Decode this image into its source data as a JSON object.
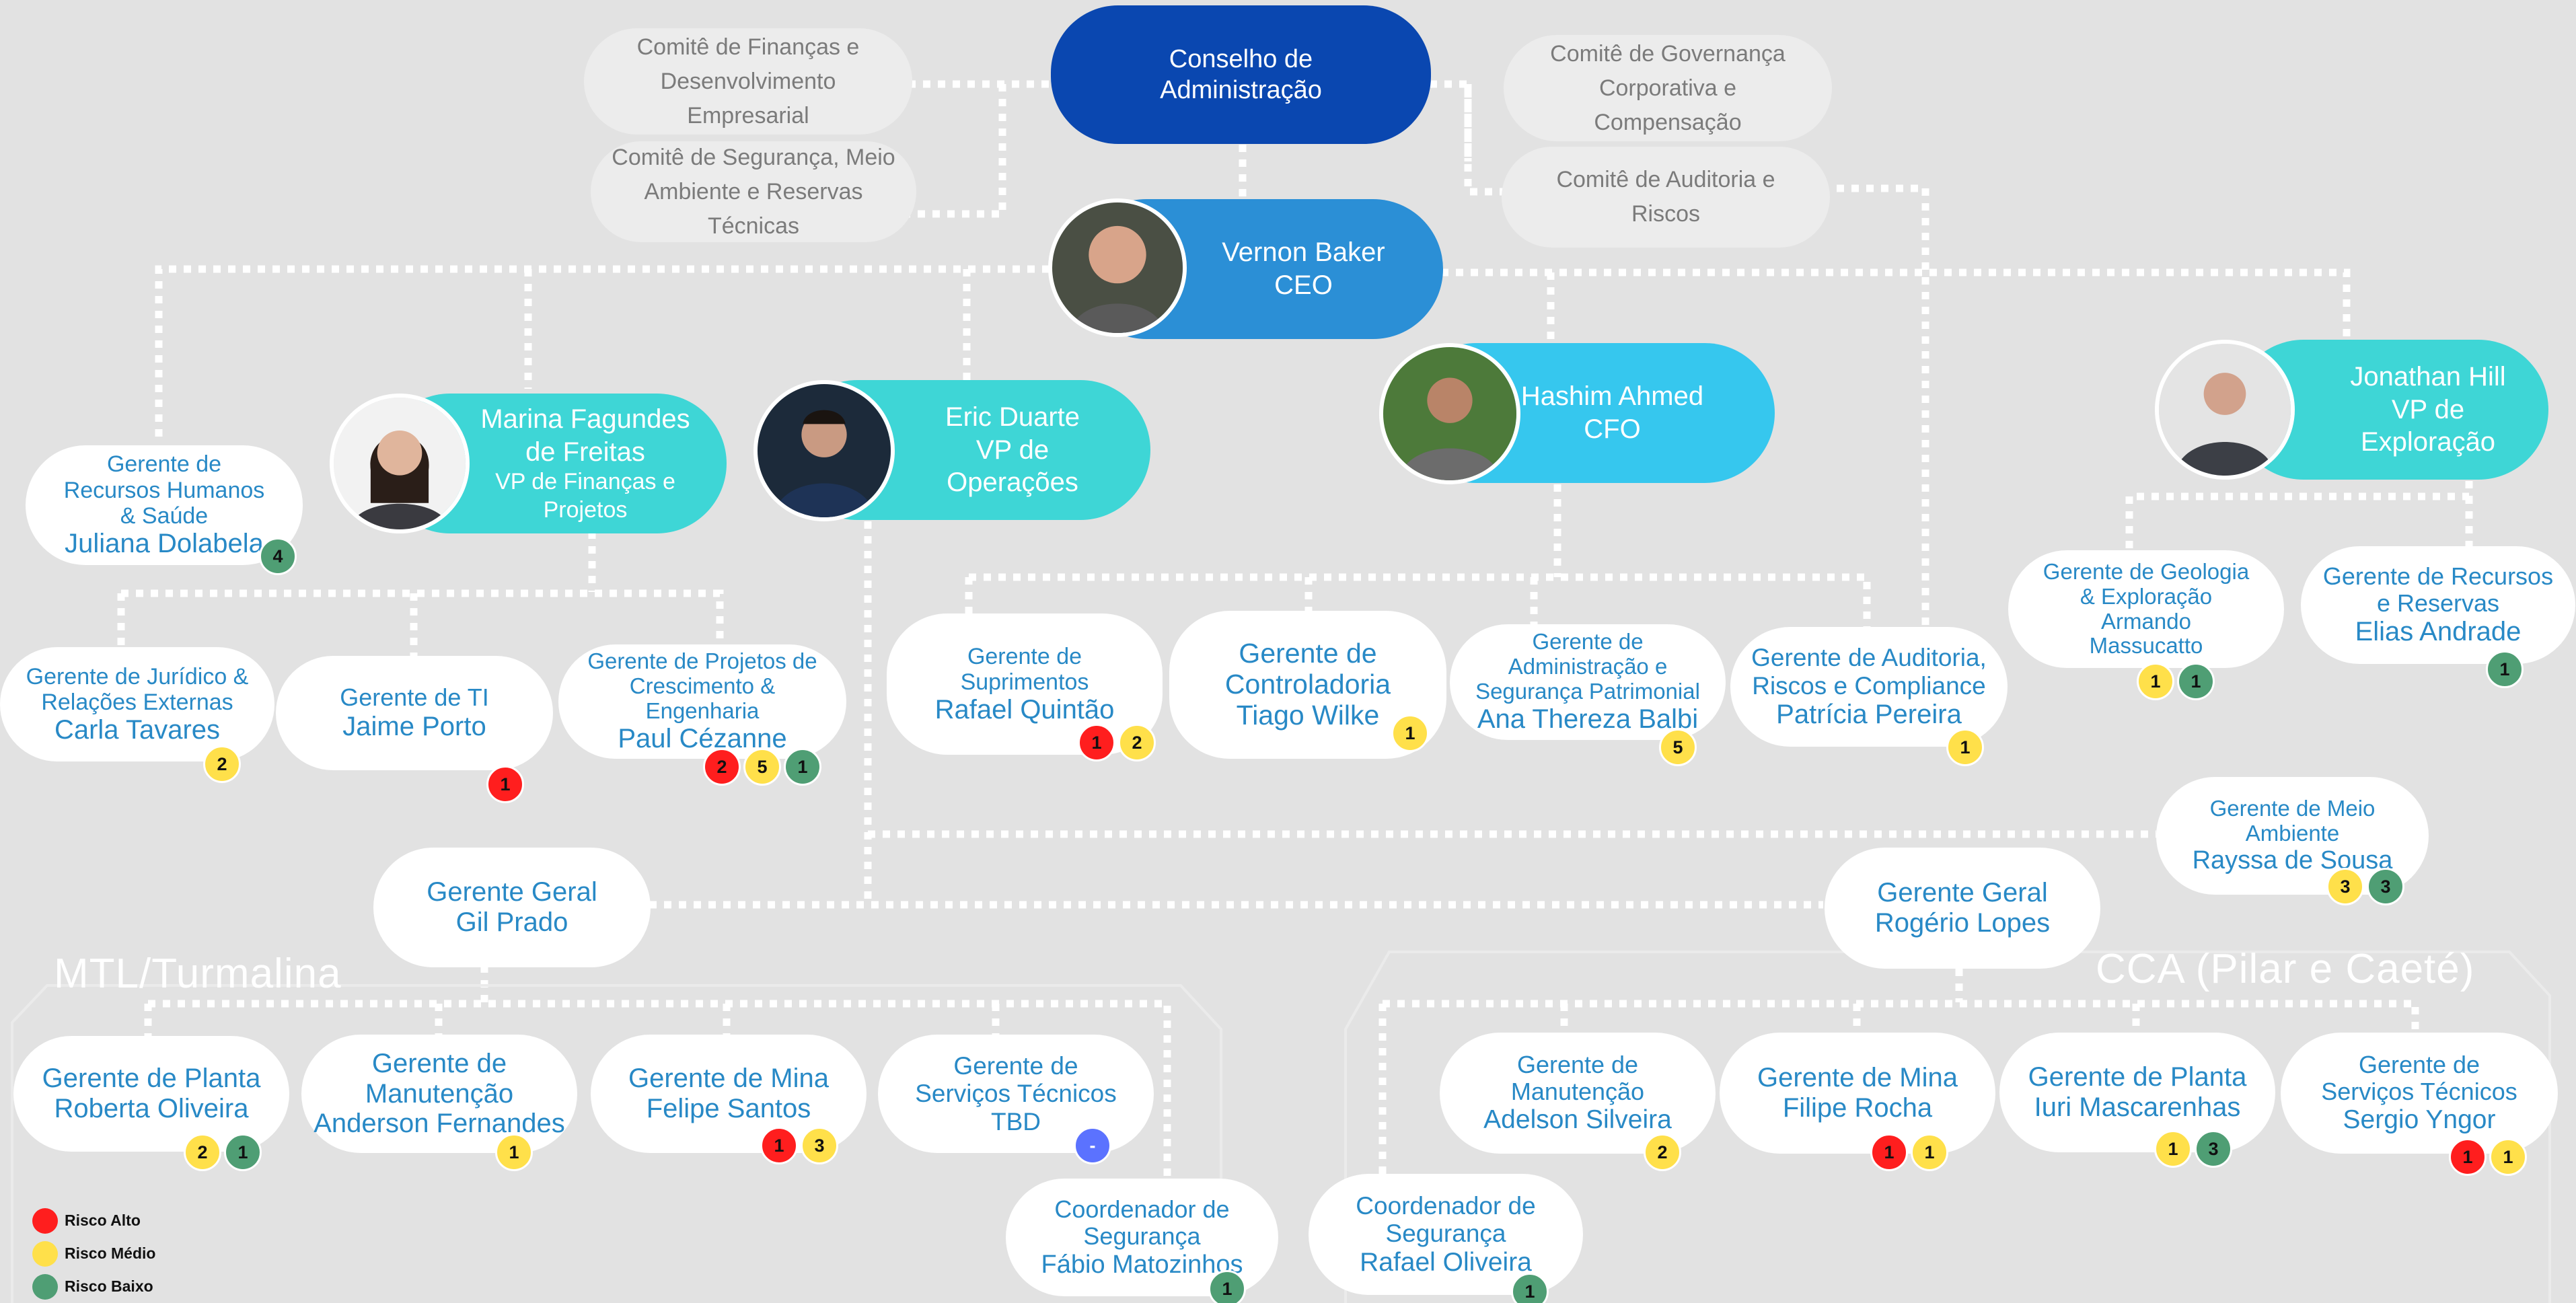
{
  "colors": {
    "board": "#0a47b0",
    "ceo": "#2b8fd6",
    "vp": "#36c7ee",
    "vp_teal": "#3ed6d6",
    "manager_text": "#2889c6",
    "committee_text": "#7b7b7b",
    "risk_high": "#ff1e1e",
    "risk_medium": "#ffe04a",
    "risk_low": "#4f9e74",
    "risk_none": "#5b72ff"
  },
  "board": {
    "line1": "Conselho de",
    "line2": "Administração"
  },
  "committees": {
    "financas": [
      "Comitê de Finanças e",
      "Desenvolvimento",
      "Empresarial"
    ],
    "seguranca": [
      "Comitê de Segurança, Meio",
      "Ambiente e Reservas",
      "Técnicas"
    ],
    "governanca": [
      "Comitê de Governança",
      "Corporativa e",
      "Compensação"
    ],
    "auditoria": [
      "Comitê de Auditoria e",
      "Riscos"
    ]
  },
  "ceo": {
    "name": "Vernon Baker",
    "title": "CEO"
  },
  "vp_financas": {
    "name1": "Marina Fagundes",
    "name2": "de Freitas",
    "title1": "VP de Finanças e",
    "title2": "Projetos"
  },
  "vp_operacoes": {
    "name": "Eric Duarte",
    "title1": "VP de",
    "title2": "Operações"
  },
  "cfo": {
    "name": "Hashim Ahmed",
    "title": "CFO"
  },
  "vp_exploracao": {
    "name": "Jonathan Hill",
    "title1": "VP de",
    "title2": "Exploração"
  },
  "managers": {
    "rh": {
      "title": [
        "Gerente de",
        "Recursos Humanos",
        "& Saúde"
      ],
      "name": "Juliana Dolabela",
      "badges": [
        {
          "level": "low",
          "text": "4"
        }
      ]
    },
    "juridico": {
      "title": [
        "Gerente de Jurídico &",
        "Relações Externas"
      ],
      "name": "Carla Tavares",
      "badges": [
        {
          "level": "medium",
          "text": "2"
        }
      ]
    },
    "ti": {
      "title": [
        "Gerente de TI"
      ],
      "name": "Jaime Porto",
      "badges": [
        {
          "level": "high",
          "text": "1"
        }
      ]
    },
    "projetos": {
      "title": [
        "Gerente de Projetos de",
        "Crescimento &",
        "Engenharia"
      ],
      "name": "Paul Cézanne",
      "badges": [
        {
          "level": "high",
          "text": "2"
        },
        {
          "level": "medium",
          "text": "5"
        },
        {
          "level": "low",
          "text": "1"
        }
      ]
    },
    "suprimentos": {
      "title": [
        "Gerente de",
        "Suprimentos"
      ],
      "name": "Rafael Quintão",
      "badges": [
        {
          "level": "high",
          "text": "1"
        },
        {
          "level": "medium",
          "text": "2"
        }
      ]
    },
    "controladoria": {
      "title": [
        "Gerente de",
        "Controladoria"
      ],
      "name": "Tiago Wilke",
      "badges": [
        {
          "level": "medium",
          "text": "1"
        }
      ]
    },
    "administracao": {
      "title": [
        "Gerente de",
        "Administração e",
        "Segurança Patrimonial"
      ],
      "name": "Ana Thereza Balbi",
      "badges": [
        {
          "level": "medium",
          "text": "5"
        }
      ]
    },
    "auditoria": {
      "title": [
        "Gerente de Auditoria,",
        "Riscos e Compliance"
      ],
      "name": "Patrícia Pereira",
      "badges": [
        {
          "level": "medium",
          "text": "1"
        }
      ]
    },
    "geologia": {
      "title": [
        "Gerente de Geologia",
        "& Exploração"
      ],
      "name": [
        "Armando",
        "Massucatto"
      ],
      "badges": [
        {
          "level": "medium",
          "text": "1"
        },
        {
          "level": "low",
          "text": "1"
        }
      ]
    },
    "recursos": {
      "title": [
        "Gerente de Recursos",
        "e Reservas"
      ],
      "name": "Elias Andrade",
      "badges": [
        {
          "level": "low",
          "text": "1"
        }
      ]
    },
    "meio_ambiente": {
      "title": [
        "Gerente de Meio",
        "Ambiente"
      ],
      "name": "Rayssa de Sousa",
      "badges": [
        {
          "level": "medium",
          "text": "3"
        },
        {
          "level": "low",
          "text": "3"
        }
      ]
    },
    "geral_gil": {
      "title": [
        "Gerente Geral"
      ],
      "name": "Gil Prado",
      "badges": []
    },
    "geral_rogerio": {
      "title": [
        "Gerente Geral"
      ],
      "name": "Rogério Lopes",
      "badges": []
    },
    "planta_roberta": {
      "title": [
        "Gerente de Planta"
      ],
      "name": "Roberta Oliveira",
      "badges": [
        {
          "level": "medium",
          "text": "2"
        },
        {
          "level": "low",
          "text": "1"
        }
      ]
    },
    "manutencao_anderson": {
      "title": [
        "Gerente de",
        "Manutenção"
      ],
      "name": "Anderson Fernandes",
      "badges": [
        {
          "level": "medium",
          "text": "1"
        }
      ]
    },
    "mina_felipe": {
      "title": [
        "Gerente de Mina"
      ],
      "name": "Felipe Santos",
      "badges": [
        {
          "level": "high",
          "text": "1"
        },
        {
          "level": "medium",
          "text": "3"
        }
      ]
    },
    "servicos_tbd": {
      "title": [
        "Gerente de",
        "Serviços Técnicos"
      ],
      "name": "TBD",
      "badges": [
        {
          "level": "none",
          "text": "-"
        }
      ]
    },
    "coord_fabio": {
      "title": [
        "Coordenador de",
        "Segurança"
      ],
      "name": "Fábio Matozinhos",
      "badges": [
        {
          "level": "low",
          "text": "1"
        }
      ]
    },
    "coord_rafael": {
      "title": [
        "Coordenador de",
        "Segurança"
      ],
      "name": "Rafael Oliveira",
      "badges": [
        {
          "level": "low",
          "text": "1"
        }
      ]
    },
    "manutencao_adelson": {
      "title": [
        "Gerente de",
        "Manutenção"
      ],
      "name": "Adelson Silveira",
      "badges": [
        {
          "level": "medium",
          "text": "2"
        }
      ]
    },
    "mina_filipe": {
      "title": [
        "Gerente de Mina"
      ],
      "name": "Filipe Rocha",
      "badges": [
        {
          "level": "high",
          "text": "1"
        },
        {
          "level": "medium",
          "text": "1"
        }
      ]
    },
    "planta_iuri": {
      "title": [
        "Gerente de Planta"
      ],
      "name": "Iuri Mascarenhas",
      "badges": [
        {
          "level": "medium",
          "text": "1"
        },
        {
          "level": "low",
          "text": "3"
        }
      ]
    },
    "servicos_sergio": {
      "title": [
        "Gerente de",
        "Serviços Técnicos"
      ],
      "name": "Sergio Yngor",
      "badges": [
        {
          "level": "high",
          "text": "1"
        },
        {
          "level": "medium",
          "text": "1"
        }
      ]
    }
  },
  "regions": {
    "mtl": "MTL/Turmalina",
    "cca": "CCA (Pilar e Caeté)"
  },
  "legend": {
    "high": "Risco Alto",
    "medium": "Risco Médio",
    "low": "Risco Baixo"
  }
}
